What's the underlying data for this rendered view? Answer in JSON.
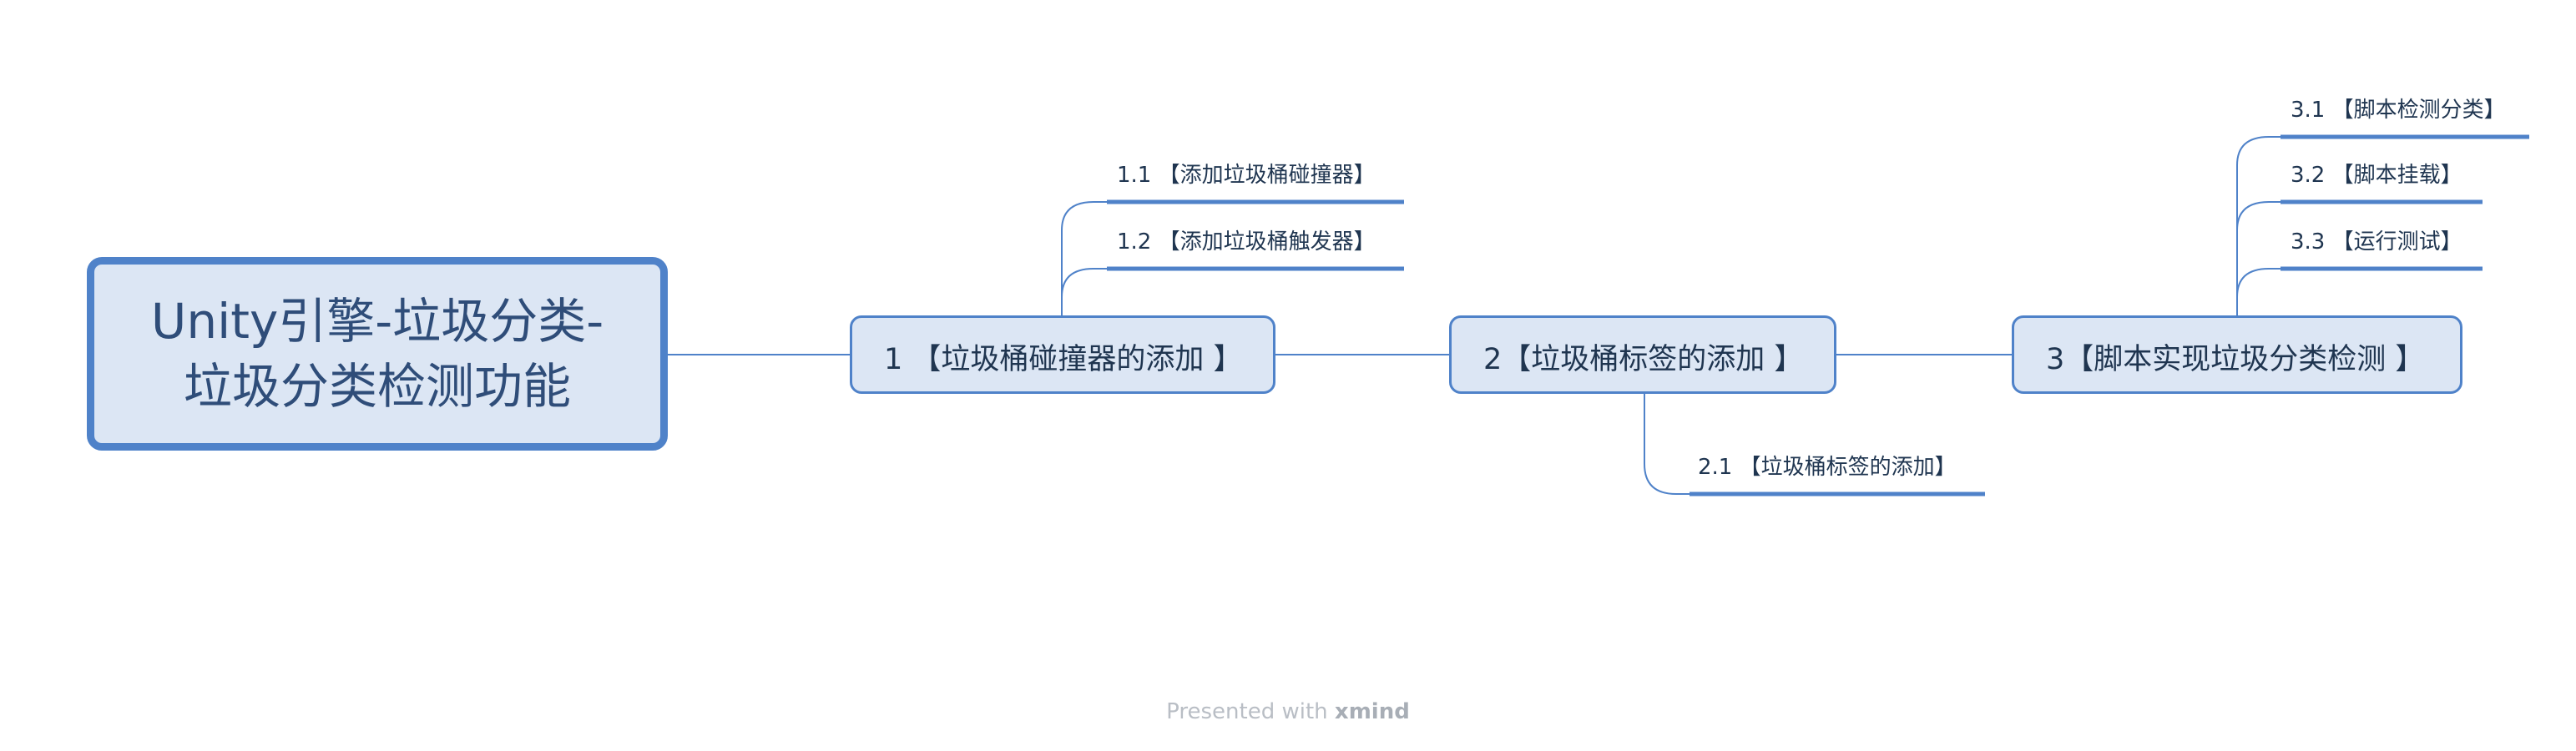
{
  "root": {
    "title": "Unity引擎-垃圾分类-\n垃圾分类检测功能"
  },
  "topics": [
    {
      "label": "1 【垃圾桶碰撞器的添加\n】",
      "subtopics": [
        {
          "label": "1.1 【添加垃圾桶碰撞器】"
        },
        {
          "label": "1.2 【添加垃圾桶触发器】"
        }
      ]
    },
    {
      "label": "2【垃圾桶标签的添加\n】",
      "subtopics": [
        {
          "label": "2.1 【垃圾桶标签的添加】"
        }
      ]
    },
    {
      "label": "3【脚本实现垃圾分类检测\n】",
      "subtopics": [
        {
          "label": "3.1 【脚本检测分类】"
        },
        {
          "label": "3.2 【脚本挂载】"
        },
        {
          "label": "3.3 【运行测试】"
        }
      ]
    }
  ],
  "footer": {
    "prefix": "Presented with ",
    "brand": "xmind"
  },
  "colors": {
    "line": "#4f82c9",
    "node_fill": "#dce6f4",
    "root_text": "#2f4d79",
    "node_text": "#1f3550",
    "footer_text": "#b9bec5"
  }
}
